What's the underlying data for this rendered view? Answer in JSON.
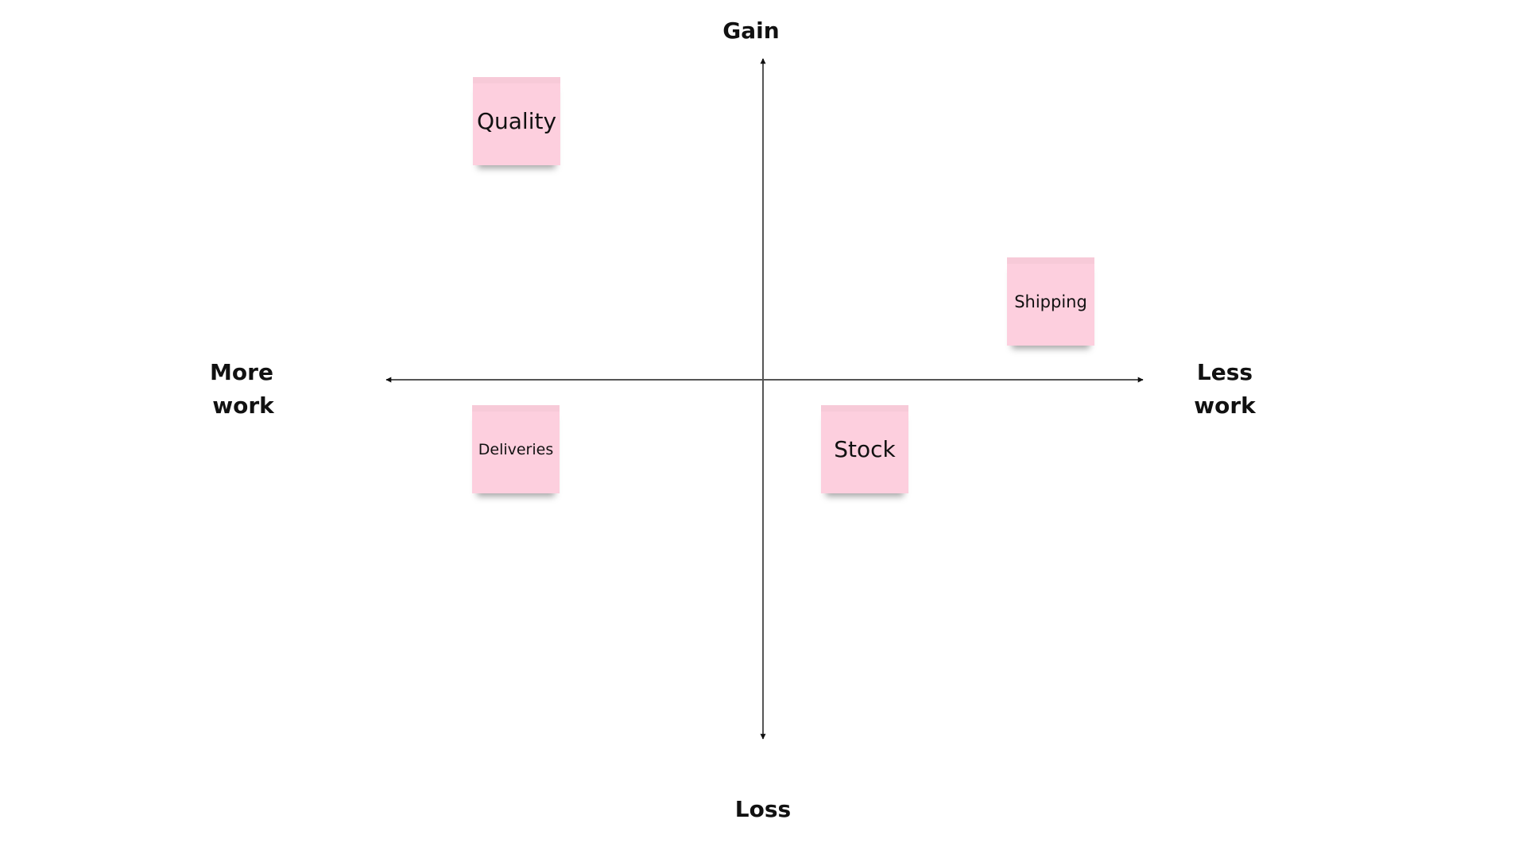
{
  "axes": {
    "top": "Gain",
    "bottom": "Loss",
    "left": [
      "More",
      "work"
    ],
    "right": [
      "Less",
      "work"
    ],
    "line_color": "#555555"
  },
  "notes": [
    {
      "label": "Quality",
      "color": "#fdcfde"
    },
    {
      "label": "Shipping",
      "color": "#fdcfde"
    },
    {
      "label": "Deliveries",
      "color": "#fdcfde"
    },
    {
      "label": "Stock",
      "color": "#fdcfde"
    }
  ]
}
